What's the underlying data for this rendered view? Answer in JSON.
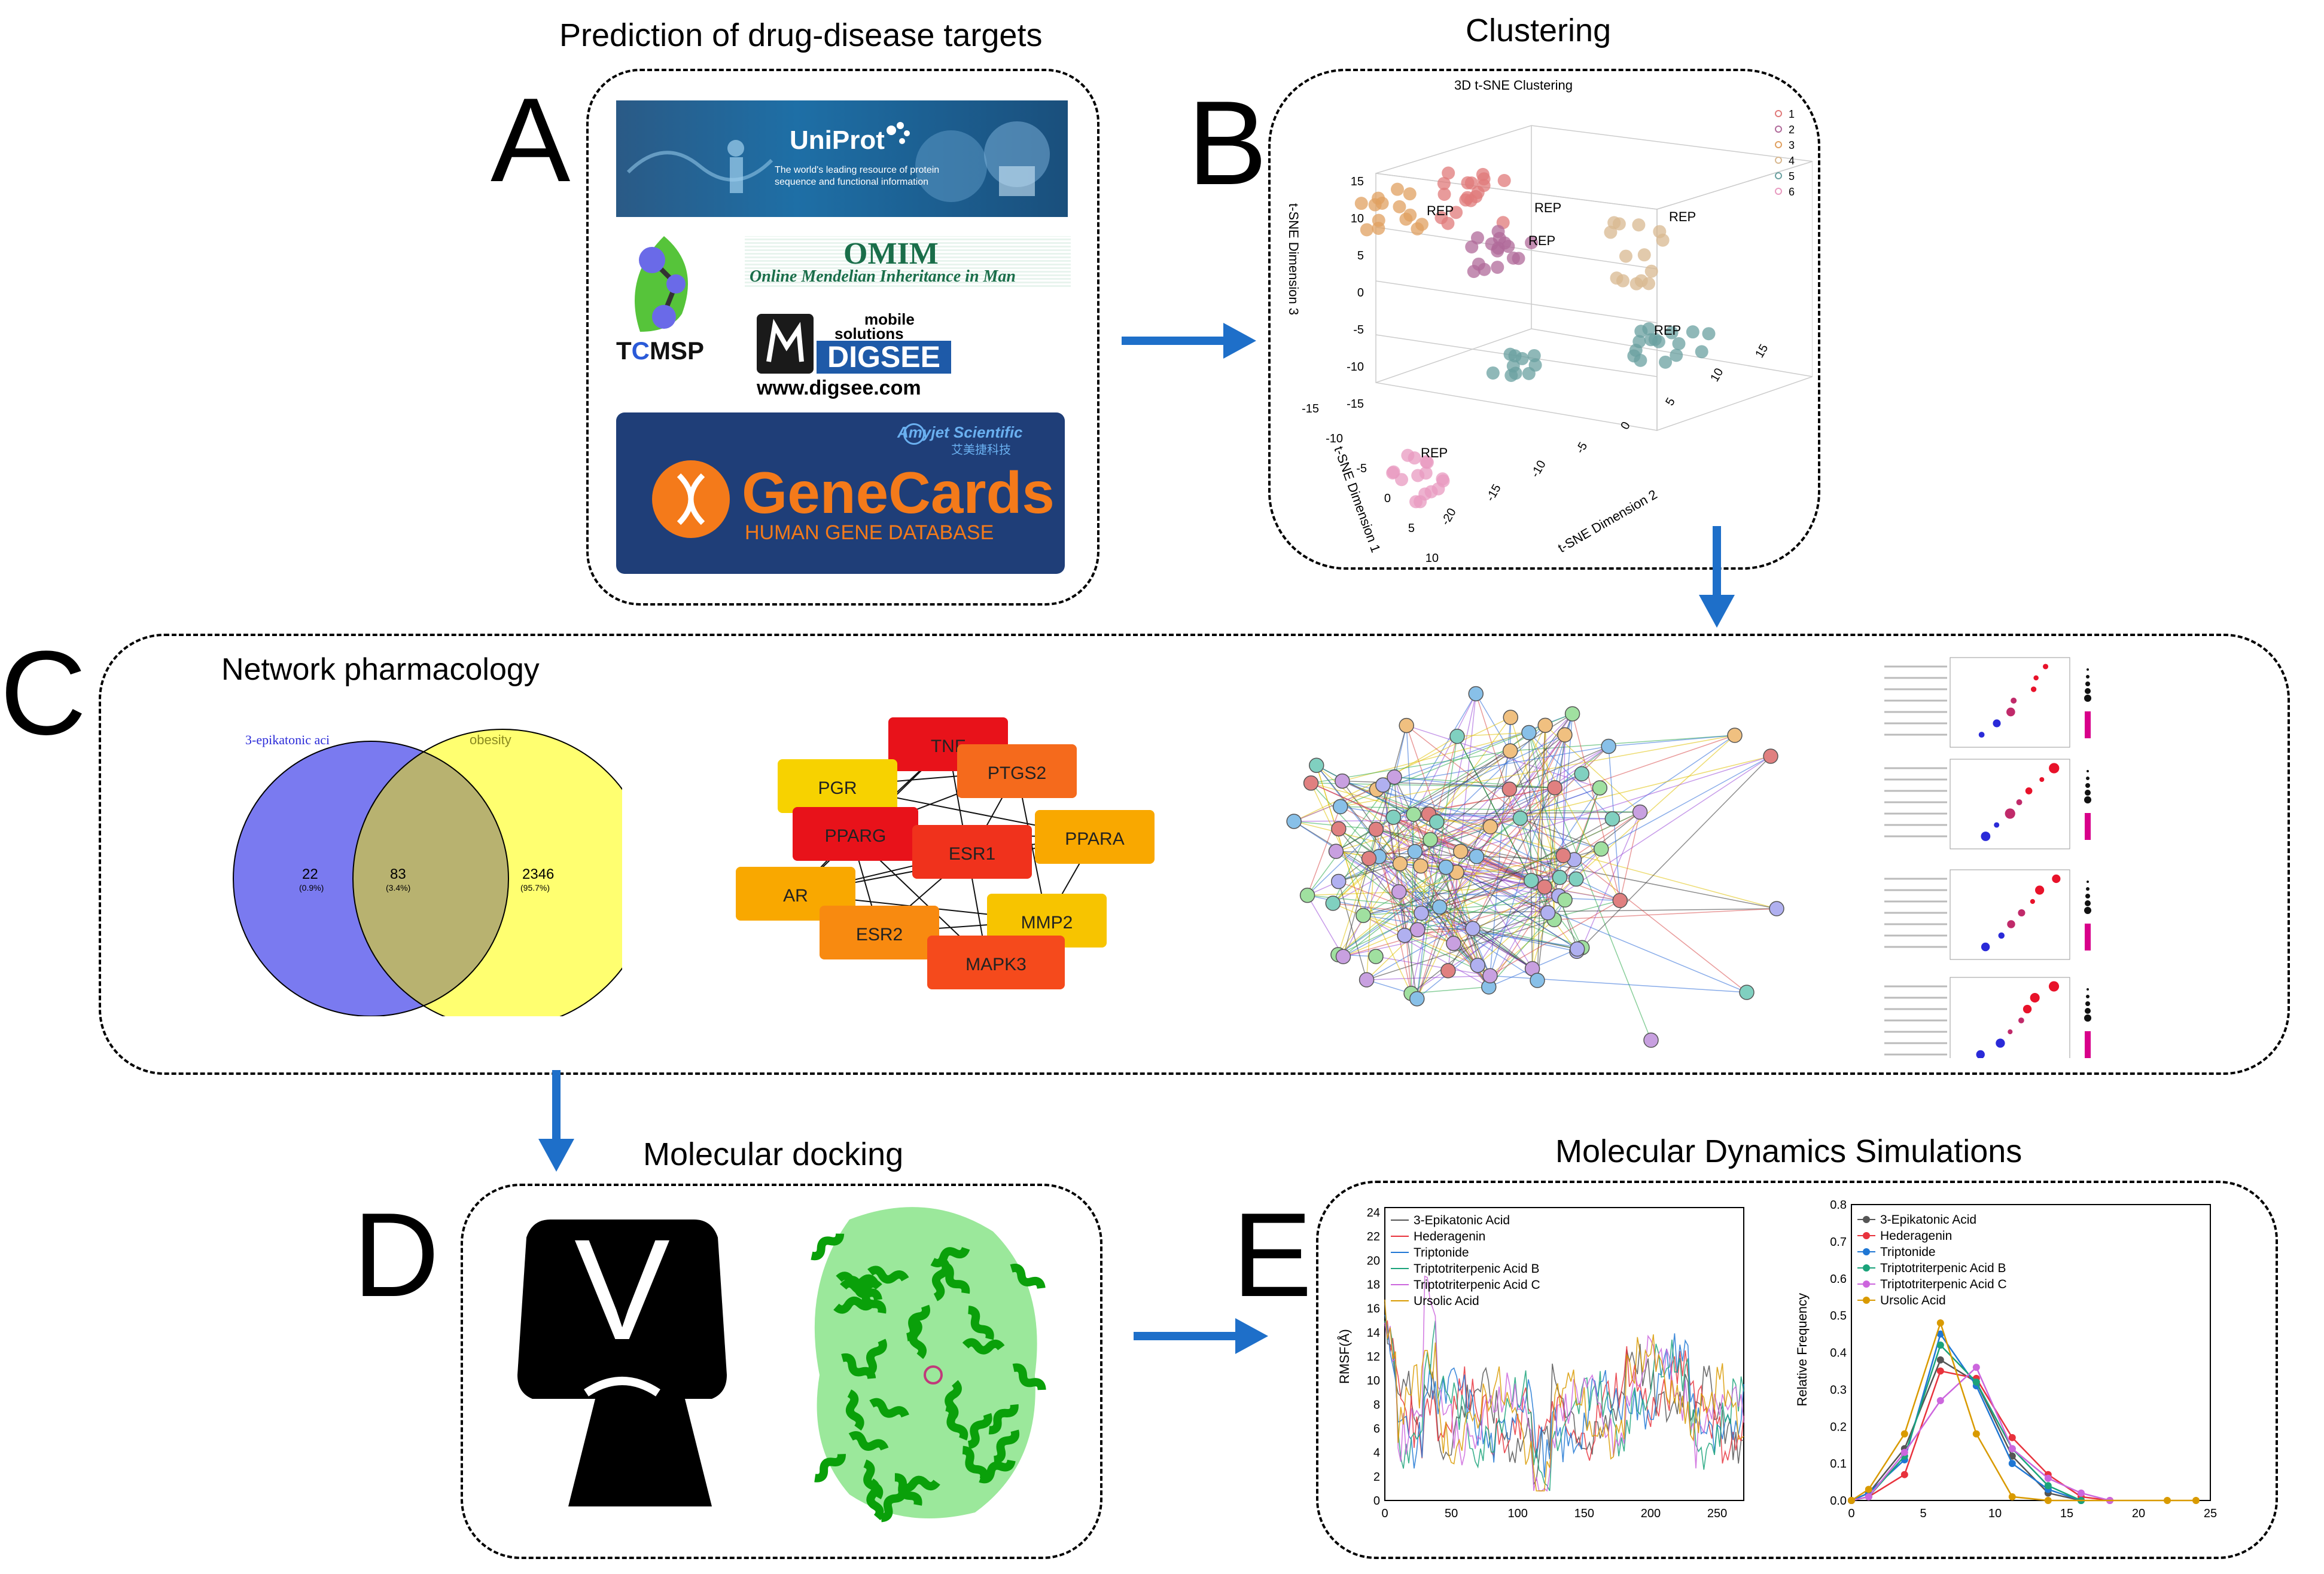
{
  "sections": {
    "A": {
      "letter": "A",
      "title": "Prediction of drug-disease targets",
      "logos": {
        "uniprot": {
          "name": "UniProt",
          "tagline_1": "The world's leading resource of protein",
          "tagline_2": "sequence and functional information"
        },
        "omim": {
          "name": "OMIM",
          "subtitle": "Online Mendelian Inheritance in Man"
        },
        "tcmsp": {
          "name_a": "T",
          "name_b": "C",
          "name_c": "MSP"
        },
        "digsee": {
          "line1": "mobile",
          "line2": "solutions",
          "name": "DIGSEE",
          "url": "www.digsee.com"
        },
        "genecards": {
          "name": "GeneCards",
          "subtitle": "HUMAN GENE DATABASE",
          "sponsor": "Amyjet Scientific",
          "sponsor_cn": "艾美捷科技"
        }
      }
    },
    "B": {
      "letter": "B",
      "title": "Clustering",
      "chart_title": "3D t-SNE Clustering",
      "axis_x": "t-SNE Dimension 1",
      "axis_y": "t-SNE Dimension 2",
      "axis_z": "t-SNE Dimension 3",
      "rep_label": "REP",
      "legend": [
        "1",
        "2",
        "3",
        "4",
        "5",
        "6"
      ],
      "legend_colors": [
        "#e07a7a",
        "#b06a9a",
        "#e0a060",
        "#d8b890",
        "#6aa0a0",
        "#e89ac0"
      ],
      "z_ticks": [
        "15",
        "10",
        "5",
        "0",
        "-5",
        "-10",
        "-15"
      ],
      "x_ticks": [
        "-15",
        "-10",
        "-5",
        "0",
        "5",
        "10"
      ],
      "y_ticks": [
        "-20",
        "-15",
        "-10",
        "-5",
        "0",
        "5",
        "10",
        "15"
      ]
    },
    "C": {
      "letter": "C",
      "title": "Network pharmacology",
      "venn": {
        "left_label": "3-epikatonic aci",
        "right_label": "obesity",
        "left_count": "22",
        "left_pct": "(0.9%)",
        "overlap_count": "83",
        "overlap_pct": "(3.4%)",
        "right_count": "2346",
        "right_pct": "(95.7%)"
      },
      "hub_genes": [
        "TNF",
        "PGR",
        "PTGS2",
        "PPARG",
        "ESR1",
        "PPARA",
        "AR",
        "MMP2",
        "ESR2",
        "MAPK3"
      ],
      "hub_colors": [
        "#e8121a",
        "#f7d200",
        "#f56a1c",
        "#e8121a",
        "#f0321c",
        "#f9a800",
        "#f9a800",
        "#f7c400",
        "#f88a10",
        "#f54a1c"
      ]
    },
    "D": {
      "letter": "D",
      "title": "Molecular docking",
      "vina_letter": "V"
    },
    "E": {
      "letter": "E",
      "title": "Molecular Dynamics Simulations",
      "compounds": [
        "3-Epikatonic Acid",
        "Hederagenin",
        "Triptonide",
        "Triptotriterpenic Acid B",
        "Triptotriterpenic Acid C",
        "Ursolic Acid"
      ],
      "rmsf_chart": {
        "ylabel": "RMSF(Å)",
        "y_ticks": [
          "0",
          "2",
          "4",
          "6",
          "8",
          "10",
          "12",
          "14",
          "16",
          "18",
          "20",
          "22",
          "24"
        ],
        "x_ticks": [
          "0",
          "50",
          "100",
          "150",
          "200",
          "250"
        ]
      },
      "freq_chart": {
        "ylabel": "Relative Frequency",
        "y_ticks": [
          "0.0",
          "0.1",
          "0.2",
          "0.3",
          "0.4",
          "0.5",
          "0.6",
          "0.7",
          "0.8"
        ],
        "x_ticks": [
          "0",
          "5",
          "10",
          "15",
          "20",
          "25"
        ]
      },
      "colors": [
        "#555555",
        "#e8323c",
        "#1f77d4",
        "#1aa37a",
        "#cc66dd",
        "#d99a00"
      ]
    }
  }
}
